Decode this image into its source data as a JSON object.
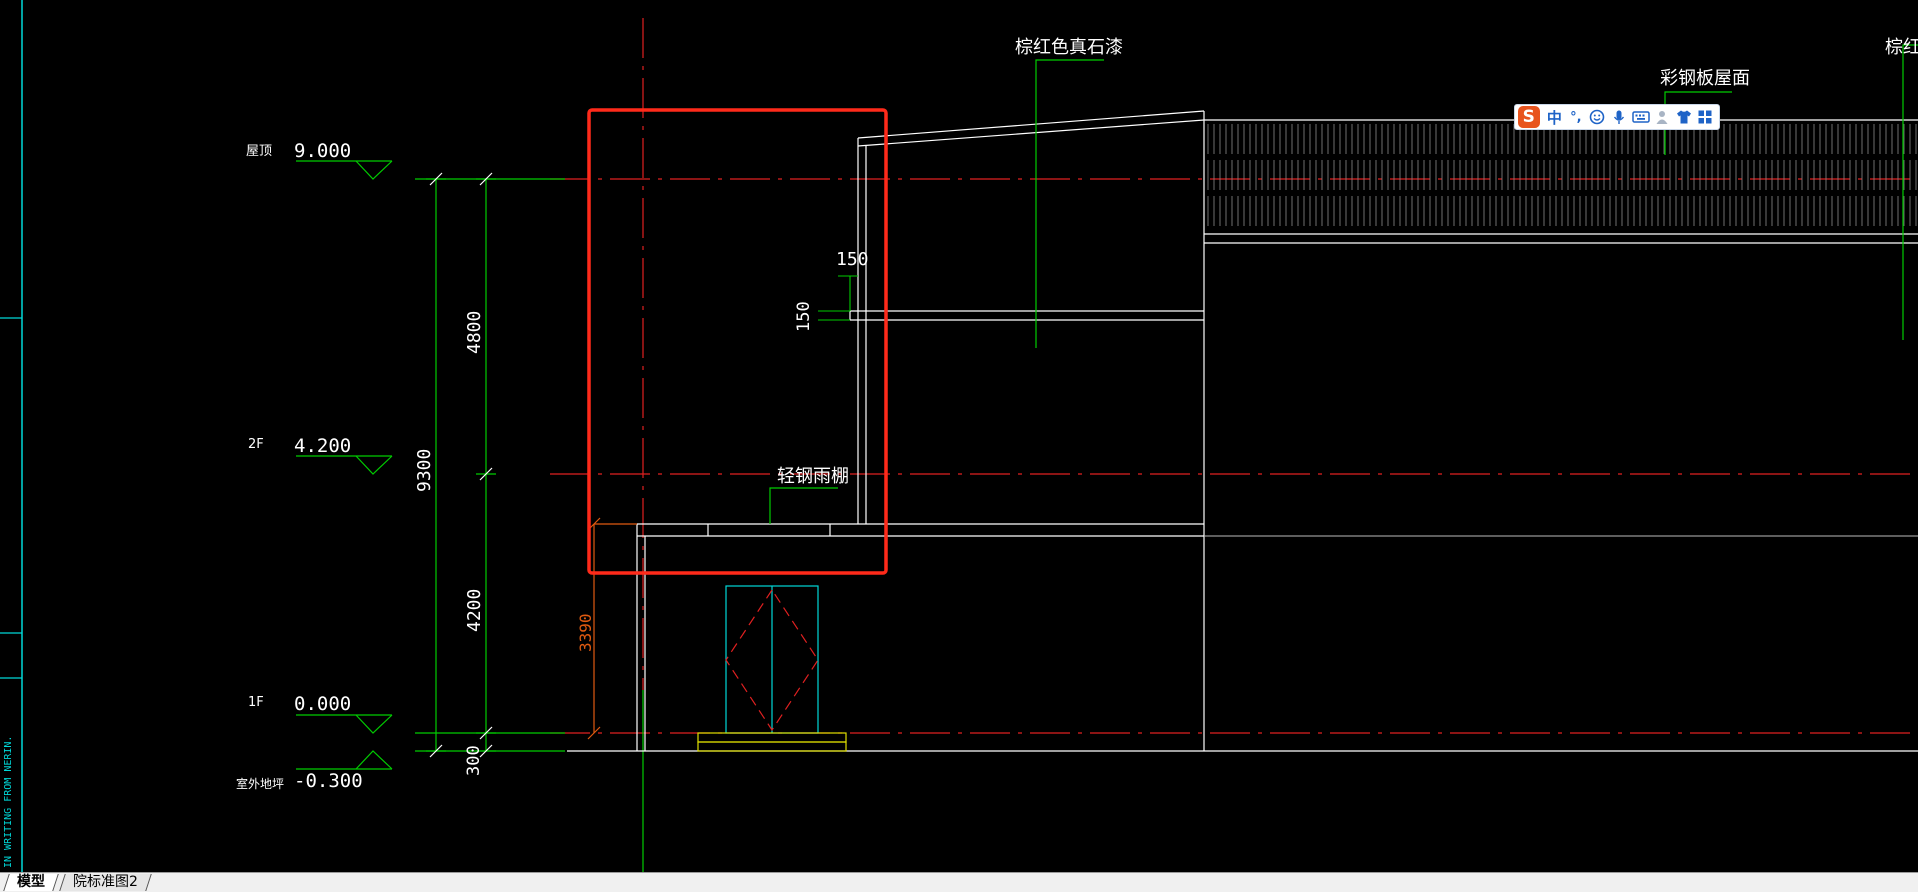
{
  "colors": {
    "background": "#000000",
    "white_line": "#ffffff",
    "green_line": "#00cc00",
    "red_axis": "#e02020",
    "highlight_box": "#ff2a1a",
    "cyan": "#00d8d8",
    "yellow": "#e0e000",
    "orange_dim": "#e05a10"
  },
  "levels": [
    {
      "name": "屋顶",
      "elevation": "9.000"
    },
    {
      "name": "2F",
      "elevation": "4.200"
    },
    {
      "name": "1F",
      "elevation": "0.000"
    },
    {
      "name": "室外地坪",
      "elevation": "-0.300"
    }
  ],
  "dimensions": {
    "total": "9300",
    "upper": "4800",
    "lower": "4200",
    "plinth": "300",
    "canopy_height": "3390",
    "parapet_top": "150",
    "parapet_side": "150"
  },
  "notes": {
    "stone_paint": "棕红色真石漆",
    "steel_roof": "彩钢板屋面",
    "steel_canopy": "轻钢雨棚",
    "stone_paint_cut": "棕红"
  },
  "side_note": "IN WRITING FROM NERIN.",
  "ime_toolbar": {
    "logo": "S",
    "mode": "中",
    "punct": "°,",
    "icons": [
      "smiley-icon",
      "microphone-icon",
      "keyboard-icon",
      "user-icon",
      "shirt-icon",
      "grid-icon"
    ]
  },
  "tabs": [
    {
      "label": "模型",
      "active": true
    },
    {
      "label": "院标准图2",
      "active": false
    }
  ]
}
